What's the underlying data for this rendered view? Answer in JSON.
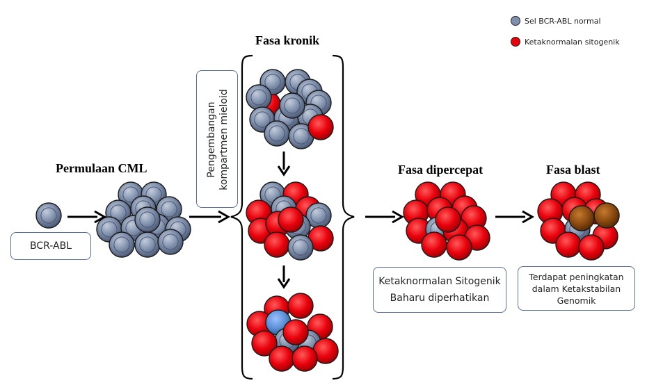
{
  "legend": {
    "items": [
      {
        "label": "Sel BCR-ABL normal",
        "color": "#7f8fab"
      },
      {
        "label": "Ketaknormalan sitogenik",
        "color": "#e8000b"
      }
    ]
  },
  "headings": {
    "start": "Permulaan CML",
    "chronic": "Fasa kronik",
    "accelerated": "Fasa dipercepat",
    "blast": "Fasa blast"
  },
  "boxes": {
    "bcr_abl": "BCR-ABL",
    "myeloid_line1": "Pengembangan",
    "myeloid_line2": "kompartmen mieloid",
    "accel_line1": "Ketaknormalan Sitogenik",
    "accel_line2": "Baharu diperhatikan",
    "blast_line1": "Terdapat peningkatan",
    "blast_line2": "dalam Ketakstabilan",
    "blast_line3": "Genomik"
  },
  "colors": {
    "normal_cell": "#7f8fab",
    "abnormal_cell": "#e8000b",
    "blast_cell": "#8b4a10",
    "blue_cell": "#5b8fd6",
    "box_border": "#5a6f96"
  }
}
